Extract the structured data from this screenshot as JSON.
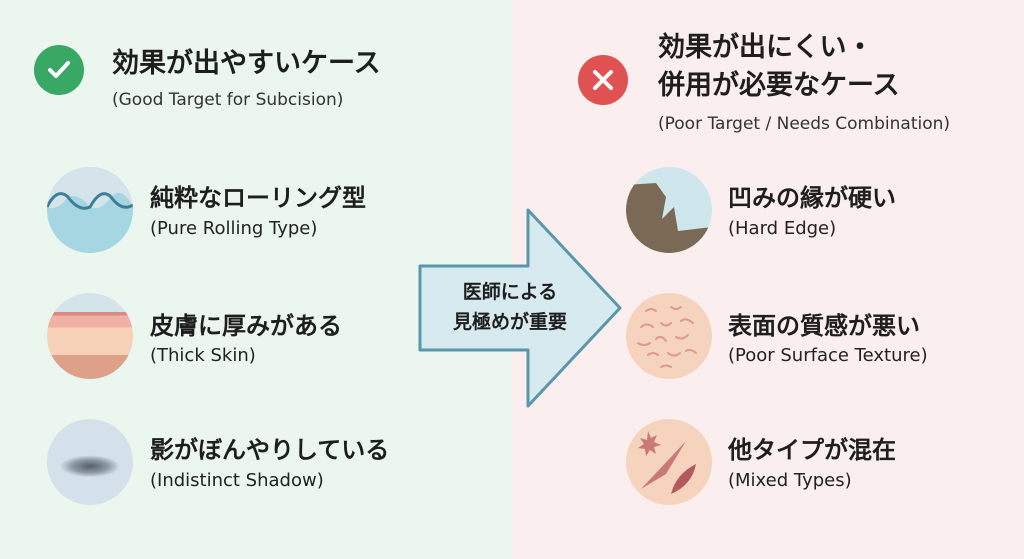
{
  "good": {
    "title": "効果が出やすいケース",
    "subtitle": "(Good Target for Subcision)",
    "icon": "check-icon",
    "color": "#3aa865",
    "items": [
      {
        "jp": "純粋なローリング型",
        "en": "(Pure Rolling Type)"
      },
      {
        "jp": "皮膚に厚みがある",
        "en": "(Thick Skin)"
      },
      {
        "jp": "影がぼんやりしている",
        "en": "(Indistinct Shadow)"
      }
    ]
  },
  "poor": {
    "title_line1": "効果が出にくい・",
    "title_line2": "併用が必要なケース",
    "subtitle": "(Poor Target / Needs Combination)",
    "icon": "x-icon",
    "color": "#e05252",
    "items": [
      {
        "jp": "凹みの縁が硬い",
        "en": "(Hard Edge)"
      },
      {
        "jp": "表面の質感が悪い",
        "en": "(Poor Surface Texture)"
      },
      {
        "jp": "他タイプが混在",
        "en": "(Mixed Types)"
      }
    ]
  },
  "arrow": {
    "line1": "医師による",
    "line2": "見極めが重要"
  }
}
